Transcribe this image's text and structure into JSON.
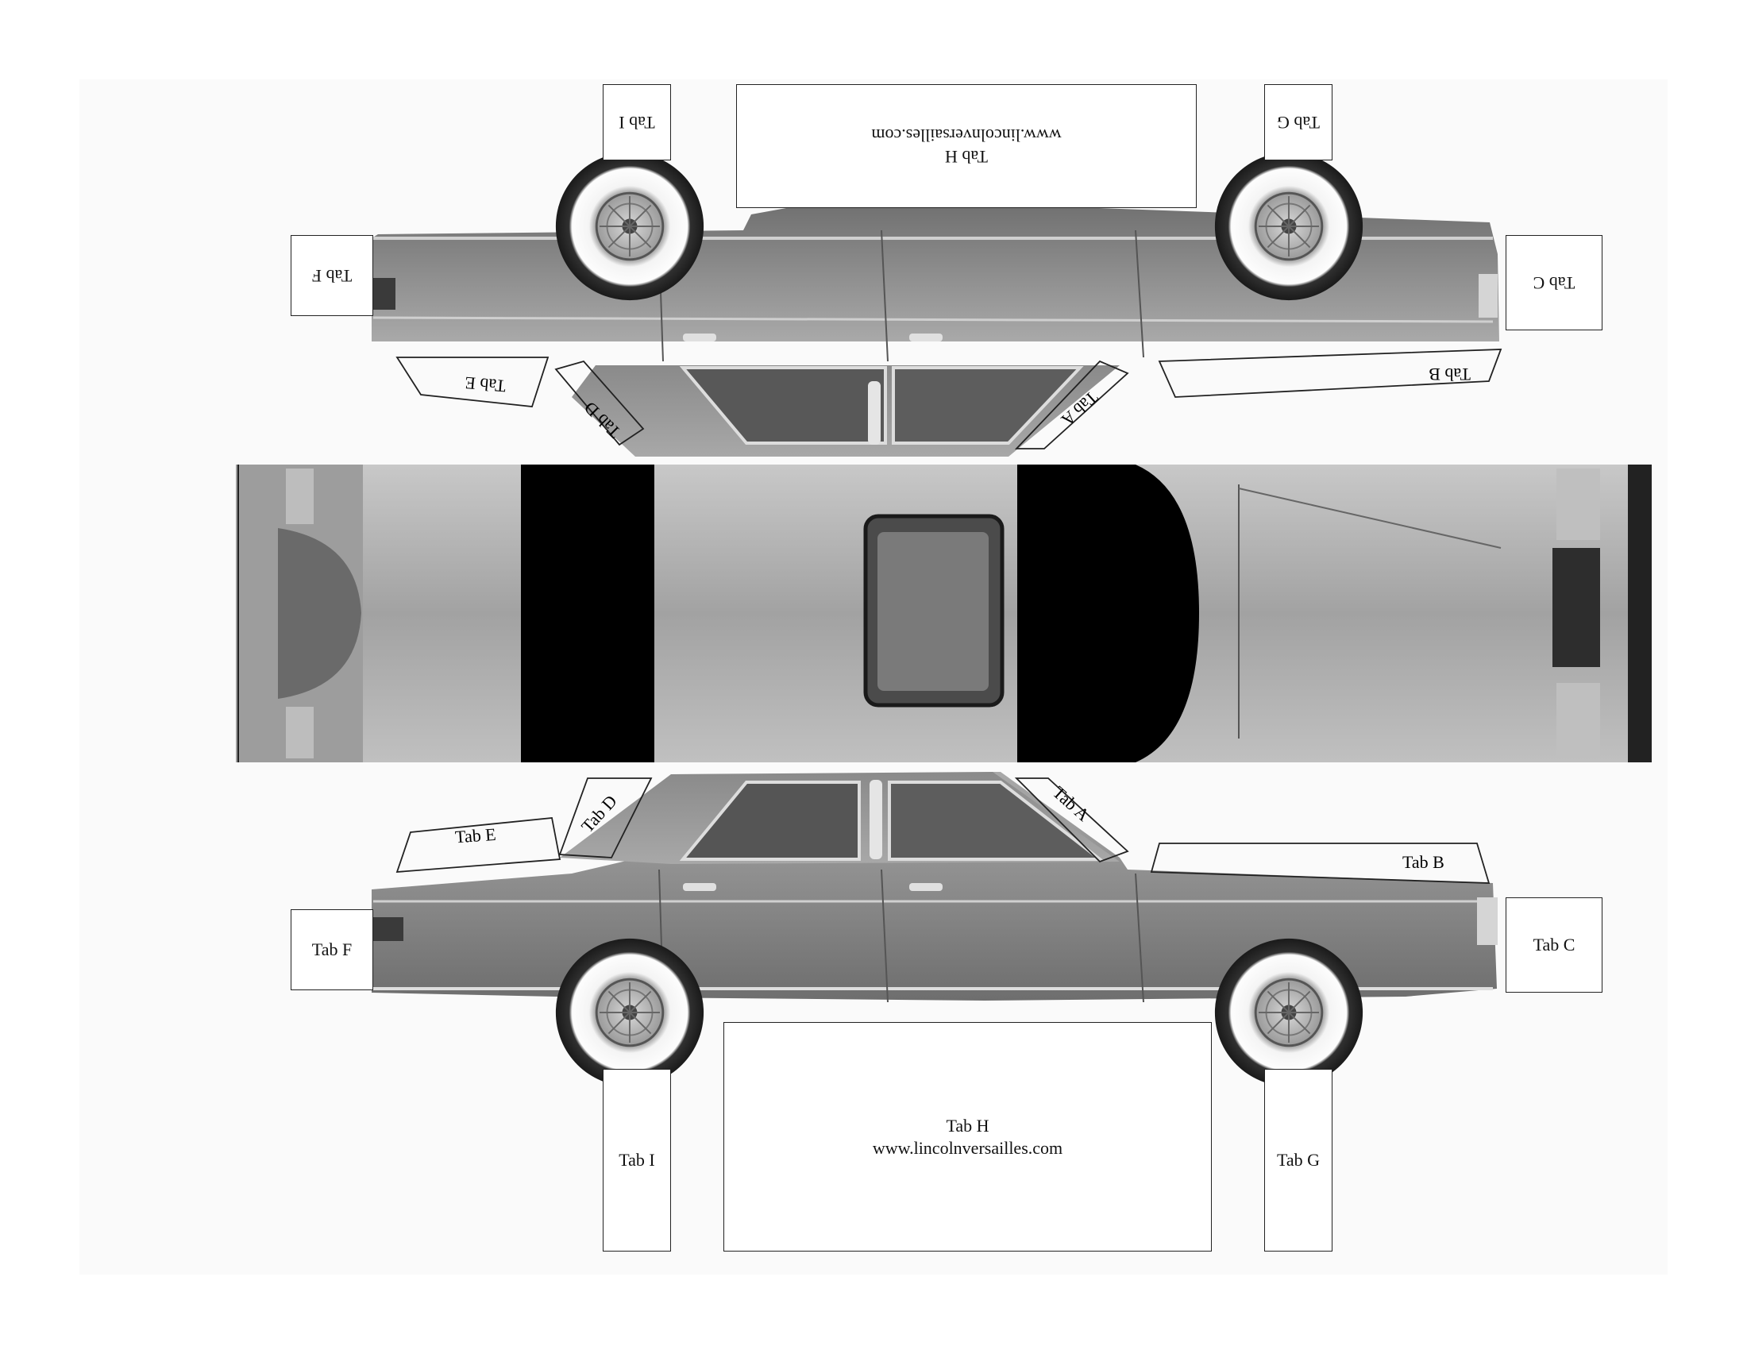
{
  "tabs": {
    "a": "Tab A",
    "b": "Tab B",
    "c": "Tab C",
    "d": "Tab D",
    "e": "Tab E",
    "f": "Tab F",
    "g": "Tab G",
    "h": "Tab H",
    "i": "Tab I"
  },
  "website": "www.lincolnversailles.com",
  "colors": {
    "body_gray": "#8f8f8f",
    "body_light": "#b4b4b4",
    "body_dark": "#5c5c5c",
    "black_panel": "#000000",
    "tab_border": "#222222"
  },
  "icons": [
    "whitewall-wheel",
    "car-door-handle",
    "sunroof"
  ]
}
